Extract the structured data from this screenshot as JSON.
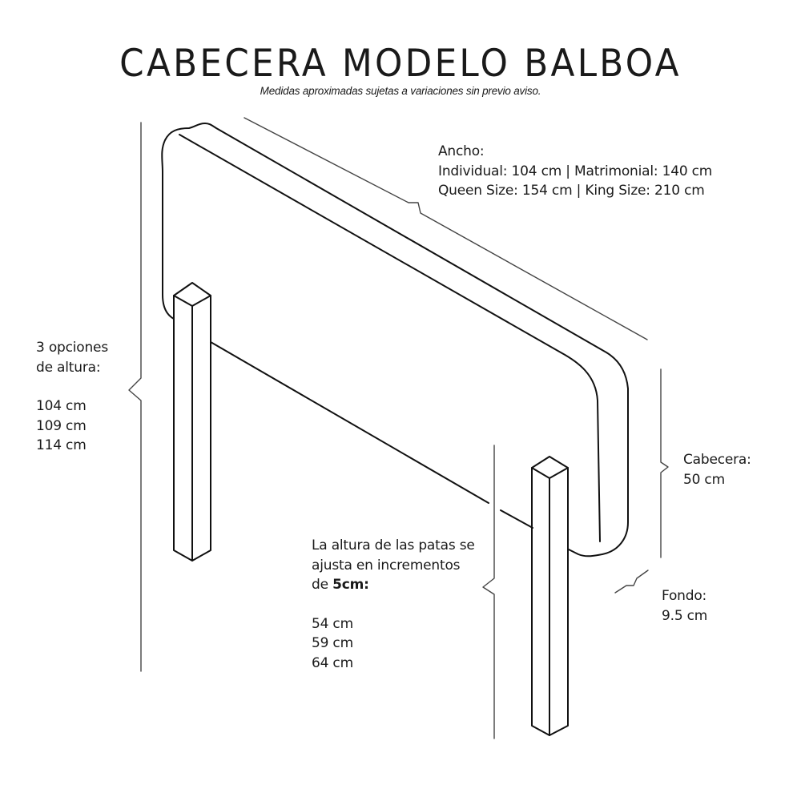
{
  "header": {
    "title": "CABECERA MODELO BALBOA",
    "subtitle": "Medidas aproximadas sujetas a variaciones sin previo aviso."
  },
  "dimensions": {
    "ancho": {
      "label": "Ancho:",
      "line1": "Individual: 104 cm | Matrimonial: 140 cm",
      "line2": "Queen Size: 154 cm | King Size: 210 cm"
    },
    "altura_total": {
      "line1": "3 opciones",
      "line2": "de altura:",
      "values": [
        "104 cm",
        "109 cm",
        "114 cm"
      ]
    },
    "patas": {
      "line1": "La altura de las patas se",
      "line2": "ajusta en incrementos",
      "line3_prefix": "de ",
      "line3_bold": "5cm:",
      "values": [
        "54 cm",
        "59 cm",
        "64 cm"
      ]
    },
    "cabecera": {
      "label": "Cabecera:",
      "value": "50 cm"
    },
    "fondo": {
      "label": "Fondo:",
      "value": "9.5 cm"
    }
  },
  "colors": {
    "stroke": "#111111",
    "dimension_stroke": "#555555",
    "text": "#1a1a1a",
    "background": "#ffffff"
  }
}
